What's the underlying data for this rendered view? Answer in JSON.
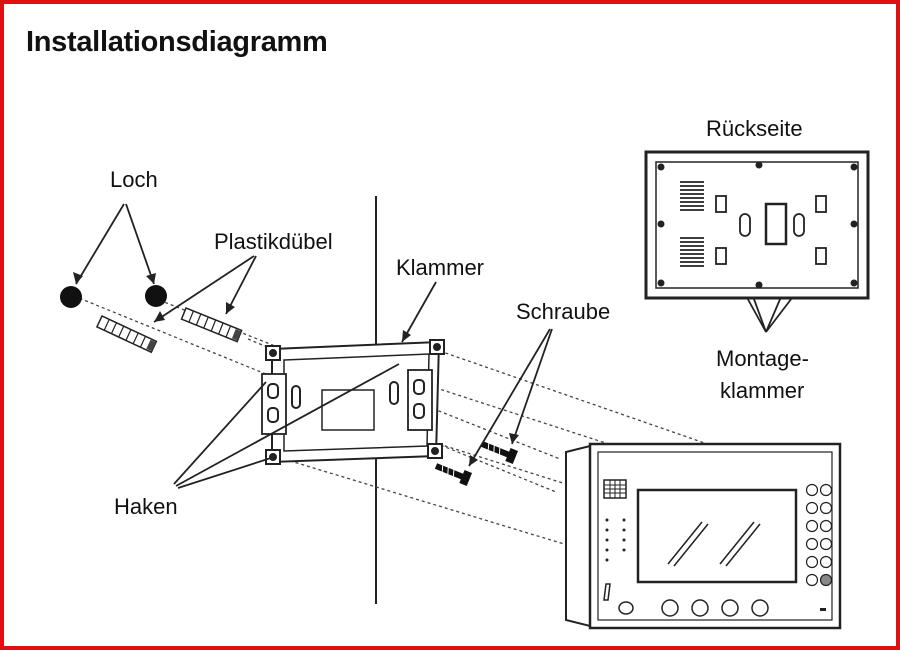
{
  "title": "Installationsdiagramm",
  "labels": {
    "loch": "Loch",
    "plastikduebel": "Plastikdübel",
    "klammer": "Klammer",
    "schraube": "Schraube",
    "haken": "Haken",
    "rueckseite": "Rückseite",
    "montage_line1": "Montage-",
    "montage_line2": "klammer"
  },
  "colors": {
    "frame": "#e01010",
    "ink": "#111111",
    "background": "#ffffff"
  }
}
